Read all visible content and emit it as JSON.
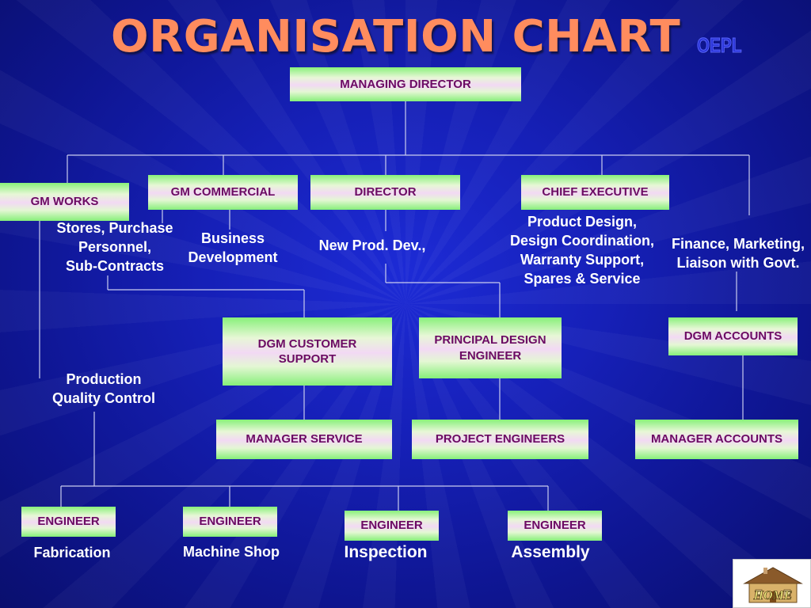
{
  "title": "ORGANISATION CHART",
  "subtitle": "OEPL",
  "boxes": {
    "managing_director": "MANAGING DIRECTOR",
    "gm_works": "GM WORKS",
    "gm_commercial": "GM COMMERCIAL",
    "director": "DIRECTOR",
    "chief_executive": "CHIEF EXECUTIVE",
    "dgm_customer_support": "DGM CUSTOMER SUPPORT",
    "principal_design_engineer": "PRINCIPAL DESIGN ENGINEER",
    "dgm_accounts": "DGM ACCOUNTS",
    "manager_service": "MANAGER SERVICE",
    "project_engineers": "PROJECT ENGINEERS",
    "manager_accounts": "MANAGER ACCOUNTS",
    "engineer_1": "ENGINEER",
    "engineer_2": "ENGINEER",
    "engineer_3": "ENGINEER",
    "engineer_4": "ENGINEER"
  },
  "labels": {
    "gm_commercial_left_line1": "Stores, Purchase",
    "gm_commercial_left_line2": "Personnel,",
    "gm_commercial_left_line3": "Sub-Contracts",
    "gm_commercial_right_line1": "Business",
    "gm_commercial_right_line2": "Development",
    "director_duties": "New Prod. Dev.,",
    "chief_exec_line1": "Product Design,",
    "chief_exec_line2": "Design Coordination,",
    "chief_exec_line3": "Warranty Support,",
    "chief_exec_line4": "Spares & Service",
    "finance_line1": "Finance, Marketing,",
    "finance_line2": "Liaison with Govt.",
    "gm_works_line1": "Production",
    "gm_works_line2": "Quality Control",
    "engineer_1_area": "Fabrication",
    "engineer_2_area": "Machine Shop",
    "engineer_3_area": "Inspection",
    "engineer_4_area": "Assembly"
  },
  "home_button": {
    "label": "HOME",
    "icon": "house-icon"
  },
  "colors": {
    "title": "#ff8c5e",
    "box_text": "#6b0a63",
    "box_green": "#86ef79",
    "box_pink": "#f2d9f4",
    "connector": "#c9ccee",
    "background": "#1620b8"
  }
}
